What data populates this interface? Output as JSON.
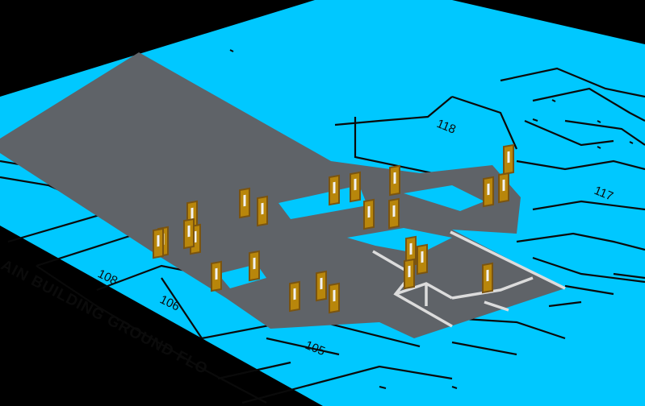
{
  "colors": {
    "background": "#000000",
    "plan": "#00c8ff",
    "linework": "#0a0a0a",
    "floor": "#5f6368",
    "partition": "#dcdcdc",
    "door_panel": "#b8860b",
    "door_frame": "#7a5410",
    "door_glass": "#f2f2f2"
  },
  "plan": {
    "title": "AIN BUILDING GROUND FLO",
    "rooms": [
      {
        "id": "108",
        "label": "108"
      },
      {
        "id": "106",
        "label": "106"
      },
      {
        "id": "105",
        "label": "105"
      },
      {
        "id": "118",
        "label": "118"
      },
      {
        "id": "117",
        "label": "117"
      }
    ]
  },
  "doors": {
    "count": 24,
    "icon": "door-icon"
  }
}
